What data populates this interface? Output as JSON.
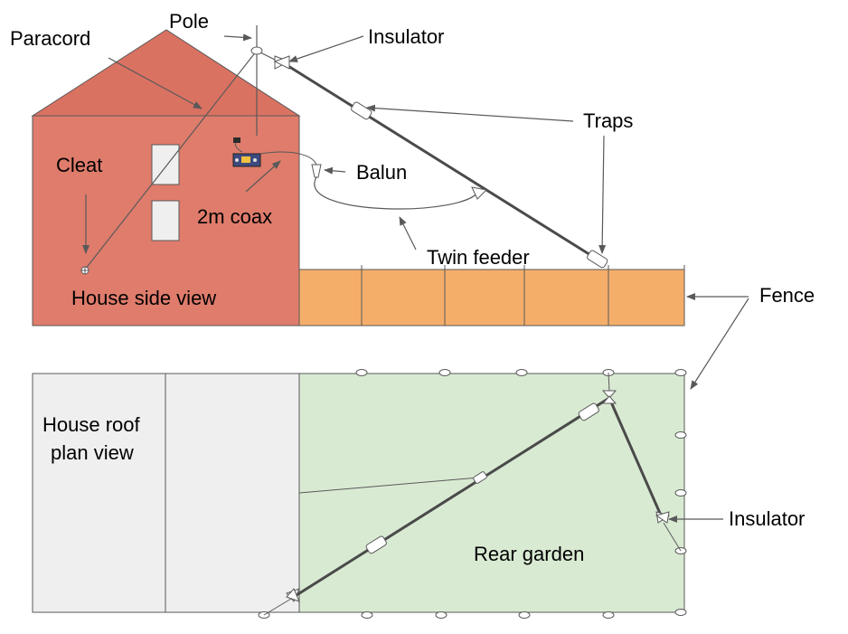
{
  "labels": {
    "pole": "Pole",
    "paracord": "Paracord",
    "insulator_top": "Insulator",
    "traps": "Traps",
    "cleat": "Cleat",
    "balun": "Balun",
    "coax": "2m coax",
    "twin_feeder": "Twin feeder",
    "fence": "Fence",
    "house_side": "House side view",
    "roof_line1": "House roof",
    "roof_line2": "plan view",
    "insulator_right": "Insulator",
    "rear_garden": "Rear garden"
  },
  "colors": {
    "house_wall": "#df7c6c",
    "house_roof": "#da7262",
    "fence": "#f5ae6a",
    "garden": "#d9ead3",
    "roof_plan": "#efefef",
    "window": "#efefef",
    "stroke": "#595959",
    "wire": "#4a4a4a"
  },
  "icons": {
    "radio": "radio-transceiver-icon"
  }
}
